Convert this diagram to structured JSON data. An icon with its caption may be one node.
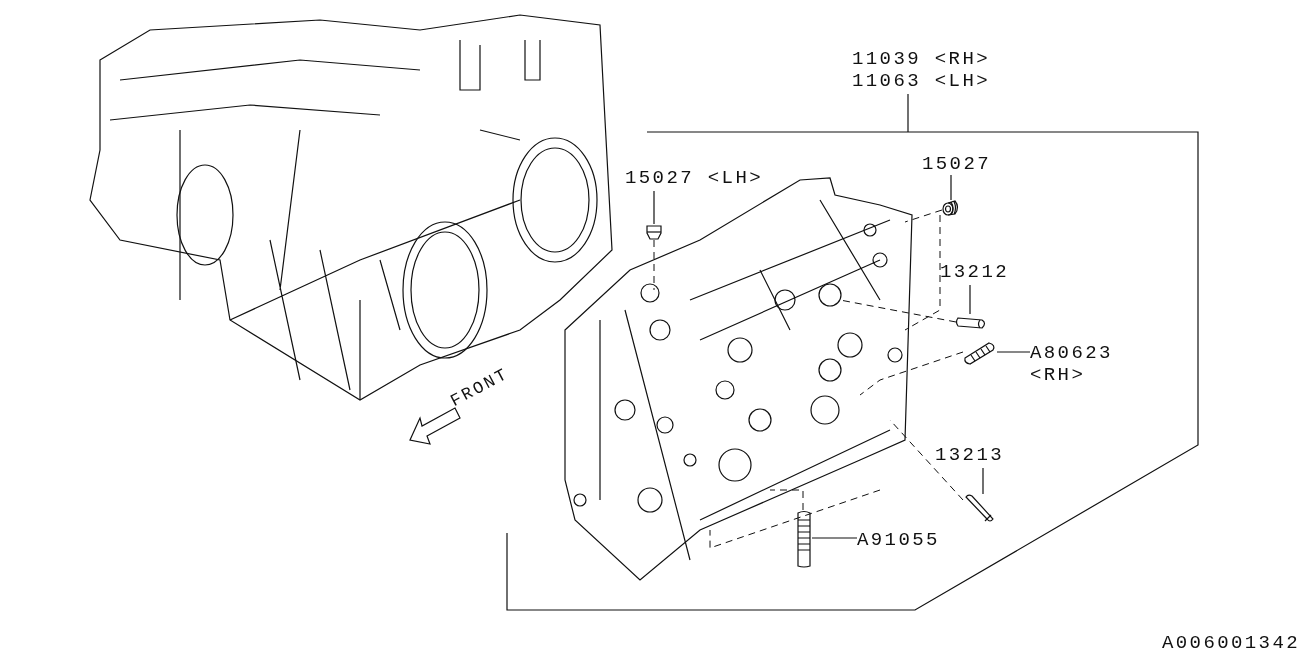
{
  "diagram": {
    "nodes": [
      {
        "text": [
          "11039 <RH>",
          "11063 <LH>"
        ]
      },
      {
        "text": [
          "15027 <LH>"
        ]
      },
      {
        "text": [],
        "shape": "picture"
      },
      {
        "text": [
          "15027"
        ]
      },
      {
        "text": [],
        "shape": "picture"
      },
      {
        "text": [
          "13212"
        ]
      },
      {
        "text": [],
        "shape": "picture"
      },
      {
        "text": [
          "A80623 <RH>"
        ]
      },
      {
        "text": [],
        "shape": "picture"
      },
      {
        "text": [
          "13213"
        ]
      },
      {
        "text": [],
        "shape": "picture"
      },
      {
        "text": [
          "A91055"
        ]
      },
      {
        "text": [],
        "shape": "picture"
      }
    ],
    "edges": [
      {
        "from": 0,
        "to": null,
        "arrow": "none"
      },
      {
        "from": 1,
        "to": 2,
        "arrow": "none"
      },
      {
        "from": 3,
        "to": 4,
        "arrow": "none"
      },
      {
        "from": 5,
        "to": 6,
        "arrow": "none"
      },
      {
        "from": 7,
        "to": 8,
        "arrow": "none"
      },
      {
        "from": 9,
        "to": 10,
        "arrow": "none"
      },
      {
        "from": 11,
        "to": 12,
        "arrow": "none"
      }
    ],
    "labels": [
      "FRONT",
      "A006001342"
    ]
  }
}
